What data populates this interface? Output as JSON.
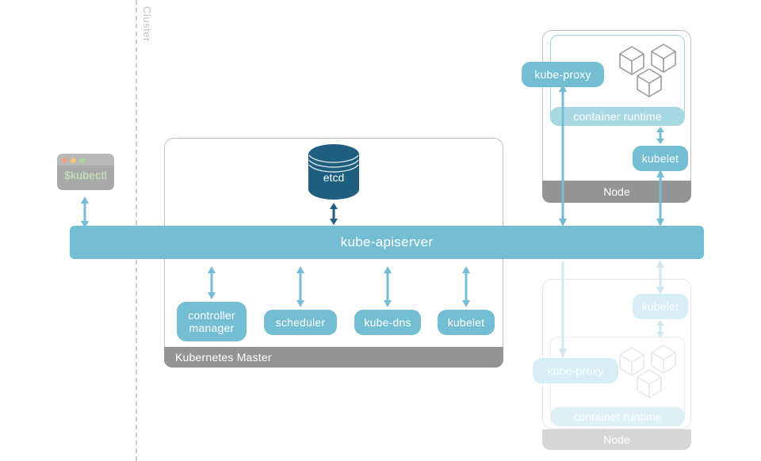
{
  "diagram": {
    "title": "Kubernetes cluster architecture",
    "cluster_label": "Cluster",
    "colors": {
      "accent_blue": "#73bed3",
      "etcd_dark_blue": "#1f5f80",
      "runtime_blue": "#a8d8e4",
      "gray_footer": "#949494",
      "card_border": "#bcc3c7",
      "ghost_blue": "#d7eef4"
    }
  },
  "kubectl": {
    "prompt": "$kubectl",
    "window_dots": [
      "red-dot",
      "yellow-dot",
      "green-dot"
    ]
  },
  "master": {
    "footer_label": "Kubernetes Master",
    "etcd_label": "etcd",
    "components": [
      {
        "label": "controller\nmanager",
        "line1": "controller",
        "line2": "manager"
      },
      {
        "label": "scheduler"
      },
      {
        "label": "kube-dns"
      },
      {
        "label": "kubelet"
      }
    ]
  },
  "apiserver": {
    "label": "kube-apiserver"
  },
  "nodes": [
    {
      "state": "active",
      "footer_label": "Node",
      "runtime_label": "container runtime",
      "kube_proxy_label": "kube-proxy",
      "kubelet_label": "kubelet",
      "pod_count": 3
    },
    {
      "state": "faded",
      "footer_label": "Node",
      "runtime_label": "container runtime",
      "kube_proxy_label": "kube-proxy",
      "kubelet_label": "kubelet",
      "pod_count": 3
    }
  ],
  "connections": [
    {
      "from": "kubectl",
      "to": "kube-apiserver",
      "type": "bidirectional"
    },
    {
      "from": "etcd",
      "to": "kube-apiserver",
      "type": "bidirectional"
    },
    {
      "from": "kube-apiserver",
      "to": "controller manager",
      "type": "bidirectional"
    },
    {
      "from": "kube-apiserver",
      "to": "scheduler",
      "type": "bidirectional"
    },
    {
      "from": "kube-apiserver",
      "to": "kube-dns",
      "type": "bidirectional"
    },
    {
      "from": "kube-apiserver",
      "to": "kubelet",
      "type": "bidirectional"
    },
    {
      "from": "kube-apiserver",
      "to": "node-1 kube-proxy",
      "type": "bidirectional"
    },
    {
      "from": "kube-apiserver",
      "to": "node-1 kubelet",
      "type": "bidirectional"
    },
    {
      "from": "node-1 container runtime",
      "to": "node-1 kubelet",
      "type": "bidirectional"
    },
    {
      "from": "kube-apiserver",
      "to": "node-2 kube-proxy",
      "type": "downward"
    },
    {
      "from": "kube-apiserver",
      "to": "node-2 kubelet",
      "type": "bidirectional"
    },
    {
      "from": "node-2 kubelet",
      "to": "node-2 container runtime",
      "type": "bidirectional"
    }
  ]
}
